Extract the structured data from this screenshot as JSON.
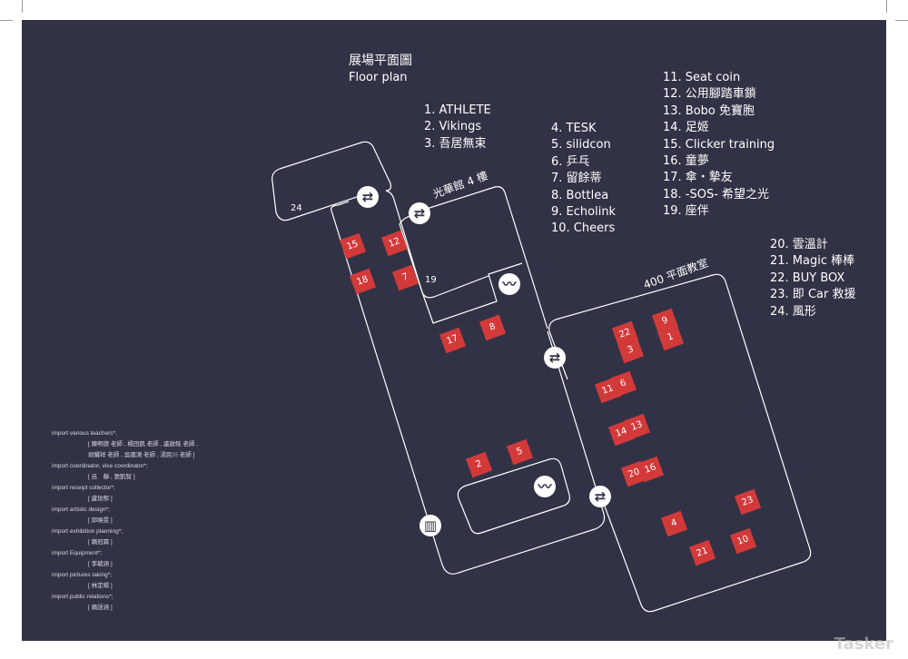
{
  "header": {
    "title": "展場平面圖",
    "subtitle": "Floor plan"
  },
  "legend": {
    "col1": [
      "1. ATHLETE",
      "2. Vikings",
      "3. 吾居無束"
    ],
    "col2": [
      "4. TESK",
      "5. silidcon",
      "6. 乒乓",
      "7. 留餘蒂",
      "8. Bottlea",
      "9. Echolink",
      "10. Cheers"
    ],
    "col3": [
      "11. Seat coin",
      "12. 公用腳踏車鎖",
      "13. Bobo 免寶胞",
      "14. 足姬",
      "15. Clicker training",
      "16. 童夢",
      "17. 傘・摯友",
      "18. -SOS- 希望之光",
      "19. 座伴"
    ],
    "col4": [
      "20. 雲溫計",
      "21. Magic 棒棒",
      "22. BUY BOX",
      "23. 即 Car 救援",
      "24. 風形"
    ]
  },
  "map": {
    "hall_label": "光華館 4 樓",
    "classroom_label": "400 平面教室",
    "room_labels": {
      "r24": "24",
      "r19": "19"
    },
    "booths": [
      "15",
      "12",
      "18",
      "7",
      "17",
      "8",
      "22",
      "3",
      "9",
      "1",
      "11",
      "6",
      "14",
      "13",
      "20",
      "16",
      "2",
      "5",
      "23",
      "4",
      "21",
      "10"
    ],
    "icons": [
      "transfer-icon",
      "transfer-icon",
      "transfer-icon",
      "transfer-icon",
      "stairs-icon",
      "stairs-icon",
      "exit-icon"
    ],
    "colors": {
      "background": "#323246",
      "booth": "#d23a3a",
      "line": "#ffffff"
    }
  },
  "credits": [
    {
      "role": "import various teachers*;",
      "names": [
        "[ 陳明德 老師 , 楊田凱 老師 , 盧啟銘 老師 ,",
        "胡耀祥 老師 , 吳國鴻 老師 , 湯民川 老師 ]"
      ]
    },
    {
      "role": "import coordinator, vice coordinator*;",
      "names": [
        "[ 呂　靜 , 張凱智 ]"
      ]
    },
    {
      "role": "import receipt collector*;",
      "names": [
        "[ 盧玟郁 ]"
      ]
    },
    {
      "role": "import artistic design*;",
      "names": [
        "[ 邱曉雯 ]"
      ]
    },
    {
      "role": "import exhibition planning*;",
      "names": [
        "[ 賴冠霖 ]"
      ]
    },
    {
      "role": "import Equipment*;",
      "names": [
        "[ 李毓涵 ]"
      ]
    },
    {
      "role": "import pictures taking*;",
      "names": [
        "[ 林定暘 ]"
      ]
    },
    {
      "role": "import public relations*;",
      "names": [
        "[ 賴語涵 ]"
      ]
    }
  ],
  "watermark": "Tasker"
}
